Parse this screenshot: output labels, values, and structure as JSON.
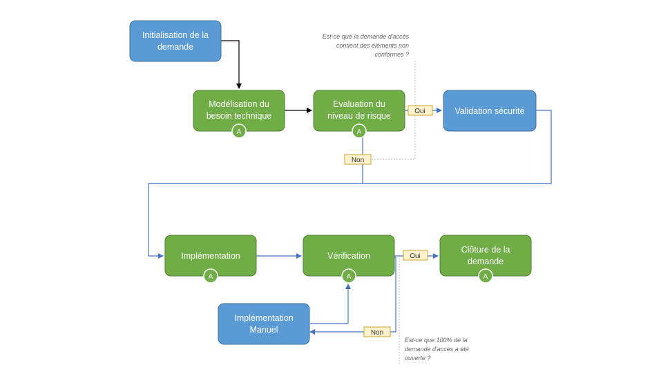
{
  "colors": {
    "blue_fill": "#5b9bd5",
    "blue_stroke": "#41719c",
    "green_fill": "#70ad47",
    "green_stroke": "#507e32",
    "badge_fill": "#70ad47",
    "badge_stroke": "#ffffff",
    "label_fill": "#fff2cc",
    "label_stroke": "#bf9000",
    "connector_blue": "#4472c4",
    "connector_black": "#000000",
    "note_line": "#a6a6a6"
  },
  "nodes": {
    "init": {
      "lines": [
        "Initialisation de la",
        "demande"
      ]
    },
    "modelisation": {
      "lines": [
        "Modélisation du",
        "besoin technique"
      ],
      "badge": "A"
    },
    "evaluation": {
      "lines": [
        "Evaluation du",
        "niveau de risque"
      ],
      "badge": "A"
    },
    "validation": {
      "lines": [
        "Validation sécurité"
      ]
    },
    "implementation": {
      "lines": [
        "Implémentation"
      ],
      "badge": "A"
    },
    "verification": {
      "lines": [
        "Vérification"
      ],
      "badge": "A"
    },
    "cloture": {
      "lines": [
        "Clôture de la",
        "demande"
      ],
      "badge": "A"
    },
    "impl_manuel": {
      "lines": [
        "Implémentation",
        "Manuel"
      ]
    }
  },
  "labels": {
    "oui_top": "Oui",
    "non_top": "Non",
    "oui_bottom": "Oui",
    "non_bottom": "Non"
  },
  "notes": {
    "top": [
      "Est-ce que la demande d'accès",
      "contient des éléments non",
      "conformes ?"
    ],
    "bottom": [
      "Est-ce que 100% de la",
      "demande d'accès a été",
      "ouverte ?"
    ]
  }
}
